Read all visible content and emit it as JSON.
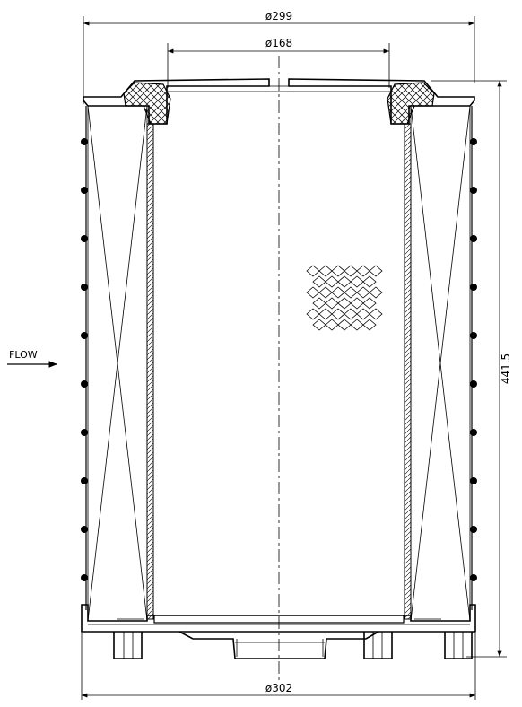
{
  "dimensions": {
    "outer_top_diameter": "ø299",
    "inner_diameter": "ø168",
    "outer_bottom_diameter": "ø302",
    "height": "441.5"
  },
  "flow_label": "FLOW"
}
